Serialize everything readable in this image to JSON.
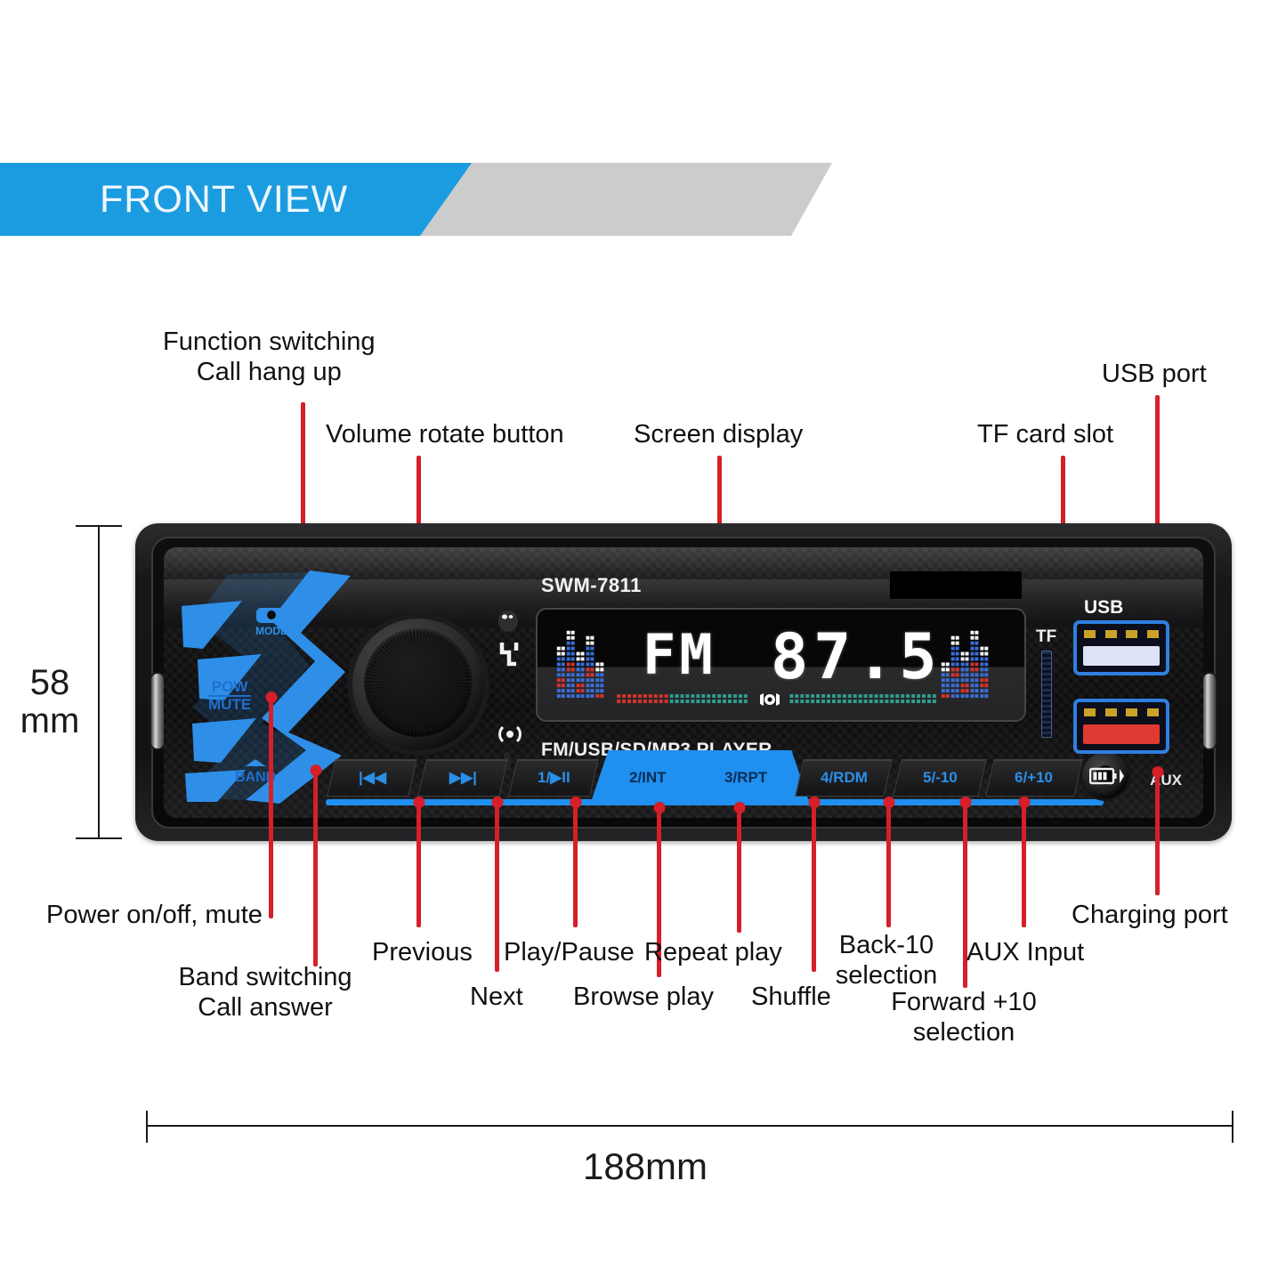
{
  "banner": {
    "title": "FRONT VIEW",
    "blue": "#1c9ce0",
    "gray": "#cccccc"
  },
  "accent": {
    "leader": "#d61f28",
    "panel_blue": "#1f8ff0",
    "usb_red": "#e03a32"
  },
  "callouts_top": [
    {
      "id": "function-switching",
      "line1": "Function switching",
      "line2": "Call hang up"
    },
    {
      "id": "volume-rotate-button",
      "line1": "Volume rotate button",
      "line2": ""
    },
    {
      "id": "screen-display",
      "line1": "Screen display",
      "line2": ""
    },
    {
      "id": "tf-card-slot",
      "line1": "TF card slot",
      "line2": ""
    },
    {
      "id": "usb-port",
      "line1": "USB port",
      "line2": ""
    }
  ],
  "callouts_bottom": [
    {
      "id": "power-mute",
      "line1": "Power on/off, mute",
      "line2": ""
    },
    {
      "id": "band-switching",
      "line1": "Band switching",
      "line2": "Call answer"
    },
    {
      "id": "previous",
      "line1": "Previous",
      "line2": ""
    },
    {
      "id": "next",
      "line1": "Next",
      "line2": ""
    },
    {
      "id": "play-pause",
      "line1": "Play/Pause",
      "line2": ""
    },
    {
      "id": "browse-play",
      "line1": "Browse play",
      "line2": ""
    },
    {
      "id": "repeat-play",
      "line1": "Repeat play",
      "line2": ""
    },
    {
      "id": "shuffle",
      "line1": "Shuffle",
      "line2": ""
    },
    {
      "id": "back-10-selection",
      "line1": "Back-10",
      "line2": "selection"
    },
    {
      "id": "forward-10-selection",
      "line1": "Forward +10",
      "line2": "selection"
    },
    {
      "id": "aux-input",
      "line1": "AUX Input",
      "line2": ""
    },
    {
      "id": "charging-port",
      "line1": "Charging port",
      "line2": ""
    }
  ],
  "dimensions": {
    "height_value": "58",
    "height_unit": "mm",
    "width_label": "188mm"
  },
  "device": {
    "model": "SWM-7811",
    "player_line": "FM/USB/SD/MP3  PLAYER",
    "left_controls": {
      "mode": "MODE",
      "power": "POW",
      "mute": "MUTE",
      "band": "BAND"
    },
    "screen": {
      "band": "FM",
      "frequency": "87.5"
    },
    "buttons": [
      {
        "id": "previous",
        "label": "|◀◀"
      },
      {
        "id": "next",
        "label": "▶▶|"
      },
      {
        "id": "play-pause",
        "label": "1/▶II"
      },
      {
        "id": "intro",
        "label": "2/INT"
      },
      {
        "id": "repeat",
        "label": "3/RPT"
      },
      {
        "id": "random",
        "label": "4/RDM"
      },
      {
        "id": "back-10",
        "label": "5/-10"
      },
      {
        "id": "forward-10",
        "label": "6/+10"
      }
    ],
    "ports": {
      "tf": "TF",
      "usb": "USB",
      "aux": "AUX"
    }
  }
}
